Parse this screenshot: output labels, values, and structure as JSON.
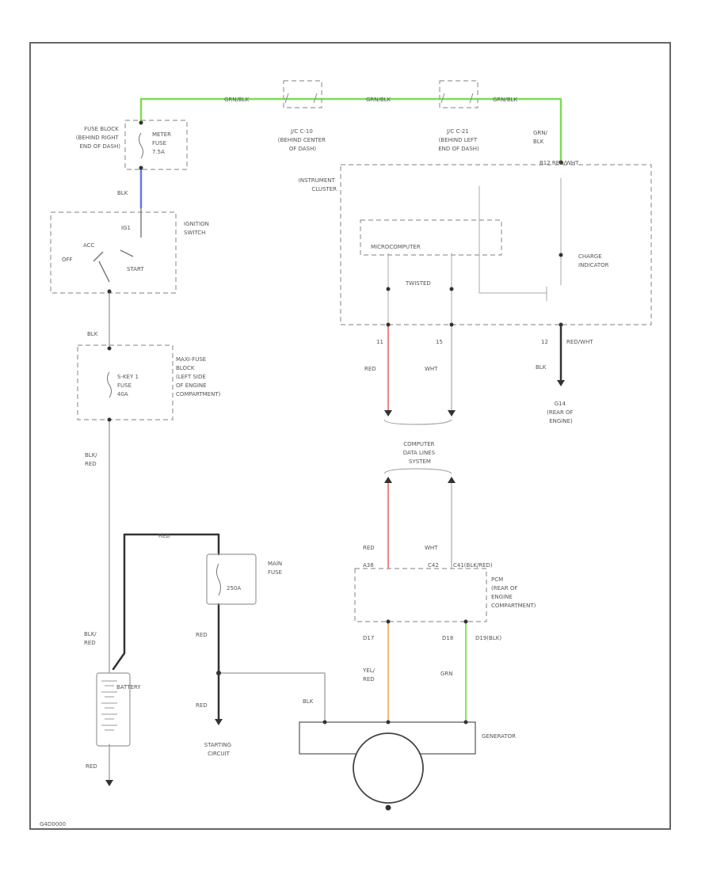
{
  "colors": {
    "green": "#7fdc55",
    "blue": "#6677ee",
    "red": "#ee7777",
    "orange": "#f5b070",
    "gray": "#aaaaaa",
    "black": "#333333"
  },
  "top": {
    "wire_labels": [
      "GRN/BLK",
      "GRN/BLK",
      "GRN/BLK"
    ],
    "jc_center": [
      "J/C C-10",
      "(BEHIND CENTER",
      "OF DASH)"
    ],
    "jc_left": [
      "J/C C-21",
      "(BEHIND LEFT",
      "END OF DASH)"
    ]
  },
  "fuse_block": {
    "location": [
      "FUSE BLOCK",
      "(BEHIND RIGHT",
      "END OF DASH)"
    ],
    "fuse": [
      "METER",
      "FUSE",
      "7.5A"
    ]
  },
  "ignition": {
    "wire": "BLK",
    "name": [
      "IGNITION",
      "SWITCH"
    ],
    "positions": {
      "ig1": "IG1",
      "acc": "ACC",
      "off": "OFF",
      "start": "START"
    }
  },
  "maxi_fuse": {
    "wire": "BLK",
    "fuse": [
      "S-KEY 1",
      "FUSE",
      "40A"
    ],
    "location": [
      "MAXI-FUSE",
      "BLOCK",
      "(LEFT SIDE",
      "OF ENGINE",
      "COMPARTMENT)"
    ]
  },
  "lower_wire": [
    "BLK/",
    "RED"
  ],
  "battery": {
    "name": "BATTERY",
    "wire_top": [
      "BLK/",
      "RED"
    ],
    "wire_bottom": "RED"
  },
  "main_fuse": {
    "wire_top": "RED",
    "name": [
      "MAIN",
      "FUSE"
    ],
    "rating": "250A",
    "wire_mid": "RED",
    "wire_low": "RED"
  },
  "starting": {
    "name": [
      "STARTING",
      "CIRCUIT"
    ]
  },
  "cluster": {
    "name": [
      "INSTRUMENT",
      "CLUSTER"
    ],
    "pin_top": "B12 RED/WHT",
    "micro": "MICROCOMPUTER",
    "charge": [
      "CHARGE",
      "INDICATOR"
    ],
    "twisted": "TWISTED",
    "pin_a": "11",
    "pin_b": "15",
    "pin_c": "12",
    "wire_c": "RED/WHT",
    "wire_a": "RED",
    "wire_b": "WHT",
    "top_wire": [
      "GRN/",
      "BLK"
    ]
  },
  "ground": {
    "wire": "BLK",
    "name": [
      "G14",
      "(REAR OF",
      "ENGINE)"
    ]
  },
  "computer": {
    "name": [
      "COMPUTER",
      "DATA LINES",
      "SYSTEM"
    ]
  },
  "pcm": {
    "wire_a": "RED",
    "wire_b": "WHT",
    "pin_a": "A38",
    "pin_b": "C42",
    "pin_c": "C41(BLK/RED)",
    "name": [
      "PCM",
      "(REAR OF",
      "ENGINE",
      "COMPARTMENT)"
    ],
    "pin_d": "D17",
    "pin_e": "D18",
    "pin_f": "D19(BLK)",
    "wire_d": [
      "YEL/",
      "RED"
    ],
    "wire_e": "GRN"
  },
  "generator": {
    "name": "GENERATOR",
    "wire": "BLK"
  },
  "footer": {
    "id": "G4D0000"
  }
}
